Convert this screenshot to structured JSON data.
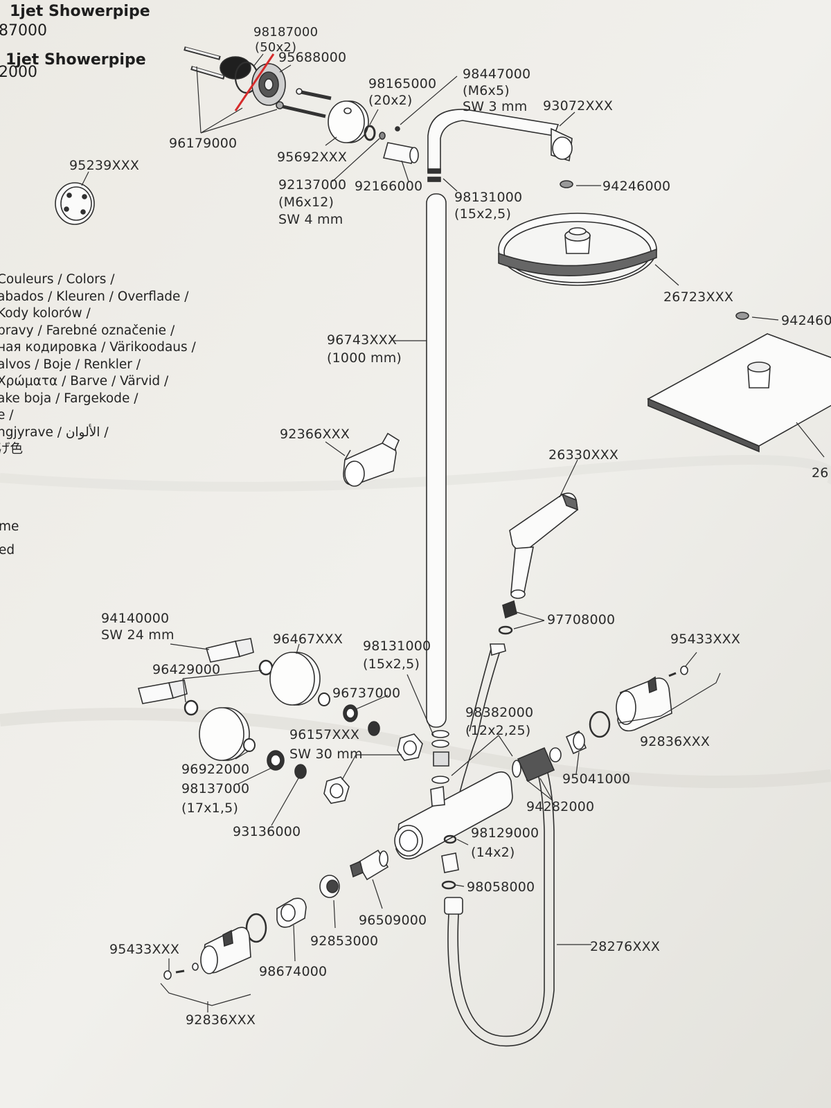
{
  "header": {
    "title_1": "1jet Showerpipe",
    "code_1": "87000",
    "title_2": "1jet Showerpipe",
    "code_2": "2000"
  },
  "colors_legend": [
    "Couleurs / Colors /",
    "abados / Kleuren / Overflade /",
    "Kody kolorów /",
    "pravy / Farebné označenie /",
    "ная кодировка / Värikoodaus /",
    "alvos / Boje / Renkler /",
    "Χρώματα / Barve / Värvid /",
    "ake boja / Fargekode /",
    "e /",
    "ngjyrave / الألوان /",
    "げ色"
  ],
  "side_notes": {
    "a": "me",
    "b": "ed"
  },
  "parts": {
    "p98187000": "98187000",
    "p98187000_size": "(50x2)",
    "p95688000": "95688000",
    "p96179000": "96179000",
    "p95239": "95239XXX",
    "p98165000": "98165000",
    "p98165000_size": "(20x2)",
    "p98447000": "98447000",
    "p98447000_size": "(M6x5)",
    "p98447000_sw": "SW 3 mm",
    "p93072": "93072XXX",
    "p95692": "95692XXX",
    "p92137000": "92137000",
    "p92137000_size": "(M6x12)",
    "p92137000_sw": "SW 4 mm",
    "p92166000": "92166000",
    "p98131000a": "98131000",
    "p98131000a_size": "(15x2,5)",
    "p94246000": "94246000",
    "p26723": "26723XXX",
    "p94246_edge": "942460",
    "p96743": "96743XXX",
    "p96743_len": "(1000 mm)",
    "p92366": "92366XXX",
    "p26330": "26330XXX",
    "p267_edge": "26",
    "p97708000": "97708000",
    "p94140000": "94140000",
    "p94140000_sw": "SW 24 mm",
    "p96429000": "96429000",
    "p96467": "96467XXX",
    "p98131000b": "98131000",
    "p98131000b_size": "(15x2,5)",
    "p95433a": "95433XXX",
    "p96737000": "96737000",
    "p98382000": "98382000",
    "p98382000_size": "(12x2,25)",
    "p92836a": "92836XXX",
    "p96157": "96157XXX",
    "p96157_sw": "SW 30 mm",
    "p95041000": "95041000",
    "p96922000": "96922000",
    "p98137000": "98137000",
    "p98137000_size": "(17x1,5)",
    "p94282000": "94282000",
    "p93136000": "93136000",
    "p98129000": "98129000",
    "p98129000_size": "(14x2)",
    "p98058000": "98058000",
    "p96509000": "96509000",
    "p92853000": "92853000",
    "p28276": "28276XXX",
    "p95433b": "95433XXX",
    "p98674000": "98674000",
    "p92836b": "92836XXX"
  },
  "colors": {
    "ink": "#2a2a2a",
    "paper": "#ecebe6",
    "pen_mark": "#d62b2b"
  }
}
